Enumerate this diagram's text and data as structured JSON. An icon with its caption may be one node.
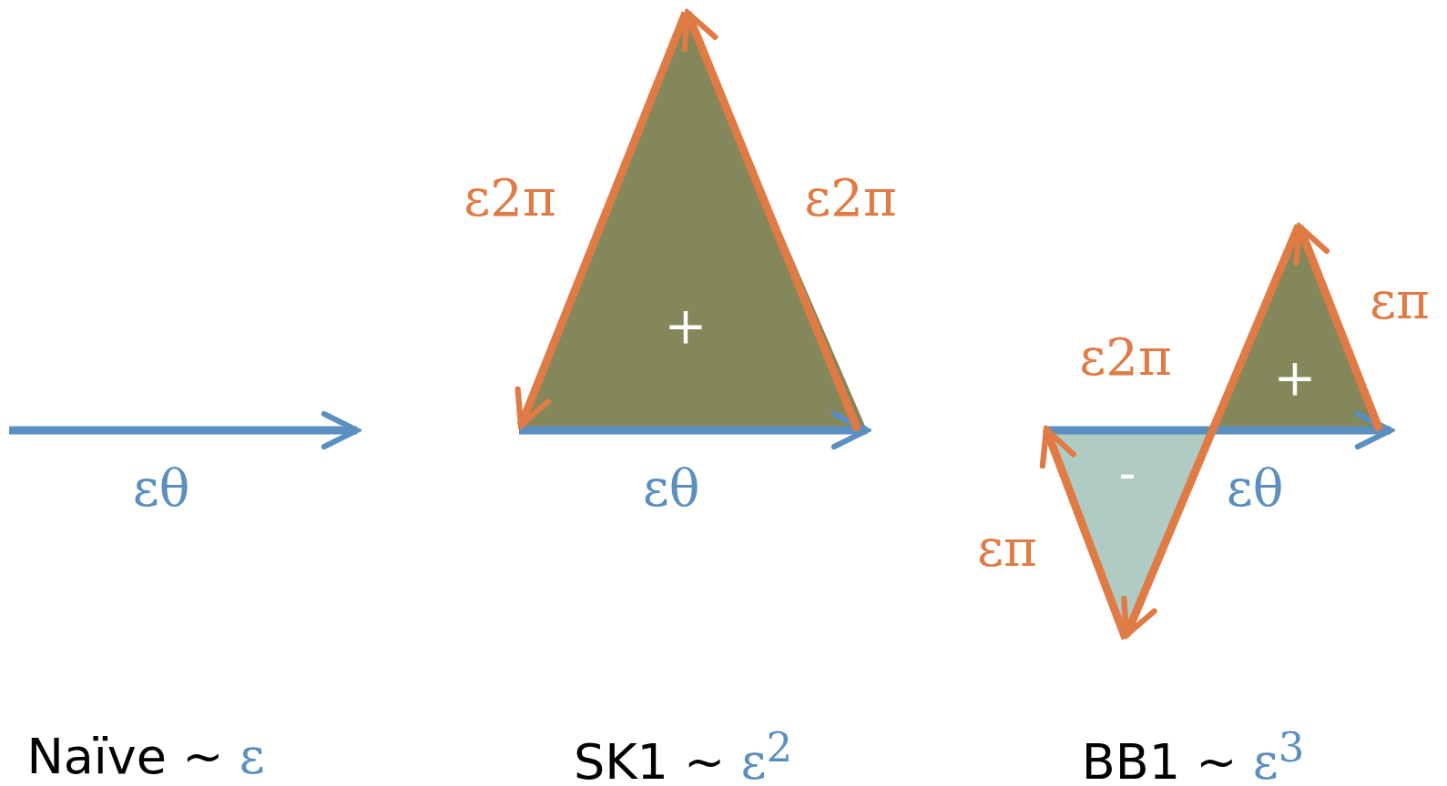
{
  "diagram": {
    "labels": [
      "εθ",
      "ε2π",
      "ε2π",
      "+",
      "εθ",
      "ε2π",
      "επ",
      "+",
      "-",
      "εθ",
      "επ",
      "Naïve ~ ε",
      "SK1 ~ ε$^{2}$",
      "BB1 ~ ε$^{3}$"
    ]
  }
}
